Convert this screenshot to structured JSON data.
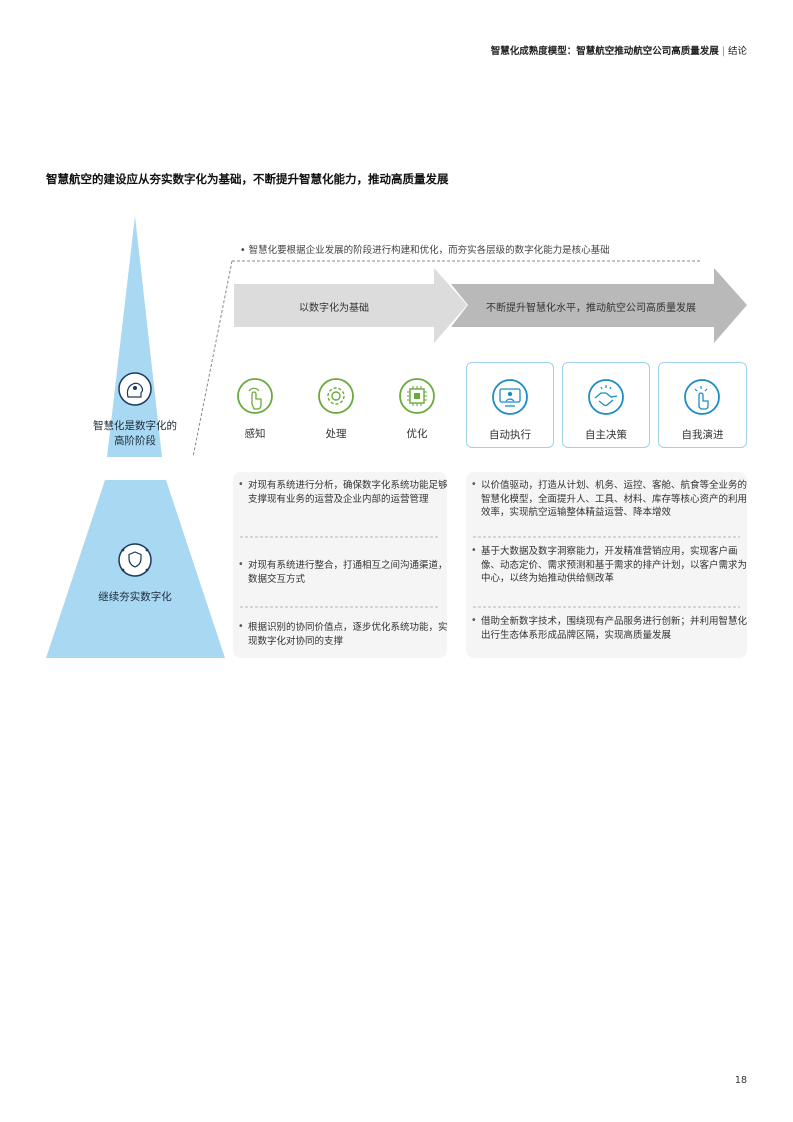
{
  "header": {
    "report": "智慧化成熟度模型：智慧航空推动航空公司高质量发展",
    "separator": "|",
    "section": "结论"
  },
  "title": "智慧航空的建设应从夯实数字化为基础，不断提升智慧化能力，推动高质量发展",
  "note": "智慧化要根据企业发展的阶段进行构建和优化，而夯实各层级的数字化能力是核心基础",
  "arrows": {
    "left": "以数字化为基础",
    "right": "不断提升智慧化水平，推动航空公司高质量发展"
  },
  "pyramid": {
    "top_label": "智慧化是数字化的高阶阶段",
    "bottom_label": "继续夯实数字化"
  },
  "digital_icons": [
    {
      "label": "感知",
      "icon": "touch-hand-icon"
    },
    {
      "label": "处理",
      "icon": "gear-icon"
    },
    {
      "label": "优化",
      "icon": "chip-icon"
    }
  ],
  "smart_cards": [
    {
      "label": "自动执行",
      "icon": "screen-user-icon"
    },
    {
      "label": "自主决策",
      "icon": "handshake-icon"
    },
    {
      "label": "自我演进",
      "icon": "tap-hand-icon"
    }
  ],
  "left_bullets": [
    "对现有系统进行分析，确保数字化系统功能足够支撑现有业务的运营及企业内部的运营管理",
    "对现有系统进行整合，打通相互之间沟通渠道，数据交互方式",
    "根据识别的协同价值点，逐步优化系统功能，实现数字化对协同的支撑"
  ],
  "right_bullets": [
    "以价值驱动，打造从计划、机务、运控、客舱、航食等全业务的智慧化模型，全面提升人、工具、材料、库存等核心资产的利用效率，实现航空运输整体精益运营、降本增效",
    "基于大数据及数字洞察能力，开发精准营销应用，实现客户画像、动态定价、需求预测和基于需求的排产计划，以客户需求为中心，以终为始推动供给侧改革",
    "借助全新数字技术，围绕现有产品服务进行创新；并利用智慧化出行生态体系形成品牌区隔，实现高质量发展"
  ],
  "page_number": "18",
  "colors": {
    "pyramid_blue": "#a9d8f2",
    "icon_green": "#6aaa3c",
    "icon_blue": "#1b8cc8",
    "card_border": "#9fd3ea",
    "arrow_light": "#dcdcdc",
    "arrow_dark": "#b9b9b9"
  }
}
